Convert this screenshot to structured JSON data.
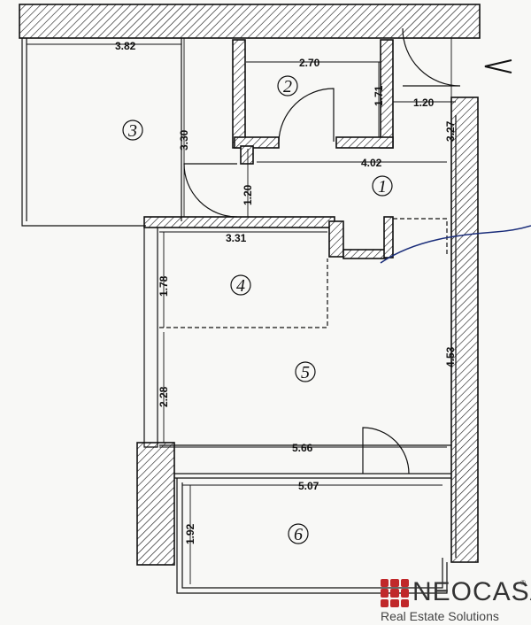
{
  "plan": {
    "rooms": [
      {
        "number": "1"
      },
      {
        "number": "2"
      },
      {
        "number": "3"
      },
      {
        "number": "4"
      },
      {
        "number": "5"
      },
      {
        "number": "6"
      }
    ],
    "dimensions": [
      "3.82",
      "2.70",
      "1.71",
      "1.20",
      "3.27",
      "3.30",
      "4.02",
      "1.20",
      "3.31",
      "1.78",
      "4.53",
      "2.28",
      "5.66",
      "5.07",
      "1.92"
    ]
  },
  "brand": {
    "name": "NEOCASA",
    "registered": "®",
    "tagline": "Real Estate Solutions"
  },
  "colors": {
    "wall_line": "#111111",
    "brand_red": "#c0282a"
  }
}
